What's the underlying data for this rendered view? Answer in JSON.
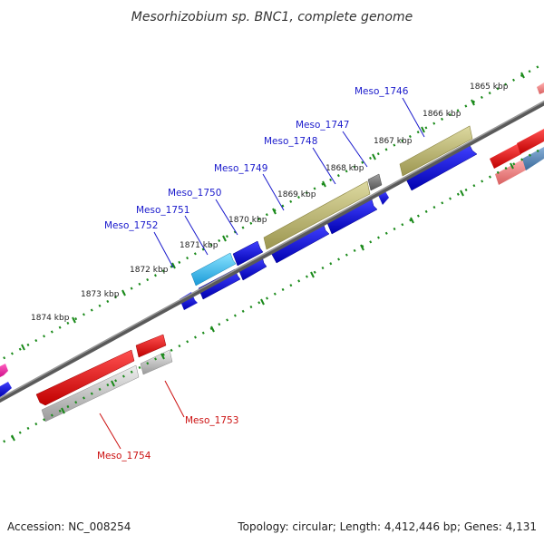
{
  "title": "Mesorhizobium sp. BNC1, complete genome",
  "footer": {
    "accession": "Accession: NC_008254",
    "summary": "Topology: circular; Length: 4,412,446 bp; Genes: 4,131"
  },
  "colors": {
    "backbone": "#7a7a7a",
    "tick": "#1a8a1a",
    "gene_label_blue": "#1a1acc",
    "gene_label_red": "#cc1111"
  },
  "kbp_labels": [
    "1865 kbp",
    "1866 kbp",
    "1867 kbp",
    "1868 kbp",
    "1869 kbp",
    "1870 kbp",
    "1871 kbp",
    "1872 kbp",
    "1873 kbp",
    "1874 kbp"
  ],
  "gene_labels_top": [
    "Meso_1746",
    "Meso_1747",
    "Meso_1748",
    "Meso_1749",
    "Meso_1750",
    "Meso_1751",
    "Meso_1752"
  ],
  "gene_labels_bottom": [
    "Meso_1753",
    "Meso_1754"
  ]
}
